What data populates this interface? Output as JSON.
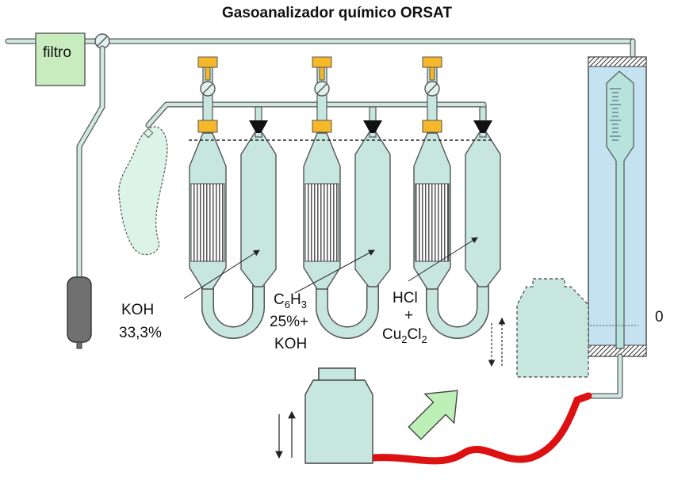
{
  "title": "Gasoanalizador químico ORSAT",
  "filter_label": "filtro",
  "reagents": {
    "r1": {
      "line1": "KOH",
      "line2": "33,3%"
    },
    "r2": {
      "c": "C",
      "c_sub": "6",
      "h": "H",
      "h_sub": "3",
      "line2": "25%+",
      "line3": "KOH"
    },
    "r3": {
      "line1": "HCl",
      "line2": "+",
      "cu": "Cu",
      "cu_sub": "2",
      "cl": "Cl",
      "cl_sub": "2"
    }
  },
  "burette_zero": "0",
  "colors": {
    "liquid": "#c6e6de",
    "water_jacket": "#c4e2f0",
    "valve_yellow": "#f5b829",
    "hose": "#dd1111",
    "filter_fill": "#c9ecbe",
    "arrow_fill": "#bdf0b6",
    "bladder_fill": "#dcf3ea",
    "weight_gray": "#707070"
  },
  "icons": {
    "valve": "three-way-valve-icon",
    "funnel": "funnel-icon",
    "movement": "up-down-arrow-icon",
    "direction": "big-diagonal-arrow-icon"
  }
}
